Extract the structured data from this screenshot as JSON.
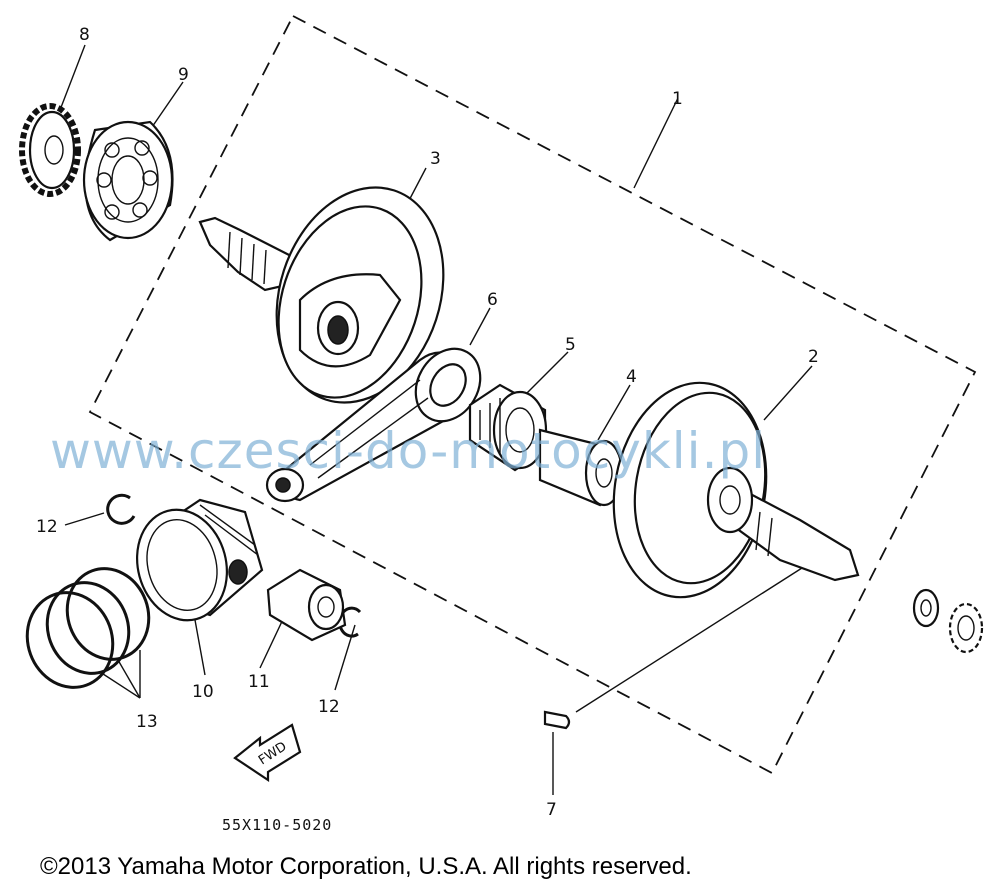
{
  "diagram": {
    "callouts": {
      "c1": "1",
      "c2": "2",
      "c3": "3",
      "c4": "4",
      "c5": "5",
      "c6": "6",
      "c7": "7",
      "c8": "8",
      "c9": "9",
      "c10": "10",
      "c11": "11",
      "c12a": "12",
      "c12b": "12",
      "c13": "13"
    },
    "fwd_label": "FWD",
    "part_code": "55X110-5020",
    "watermark": "www.czesci-do-motocykli.pl",
    "copyright": "©2013 Yamaha Motor Corporation, U.S.A. All rights reserved."
  }
}
